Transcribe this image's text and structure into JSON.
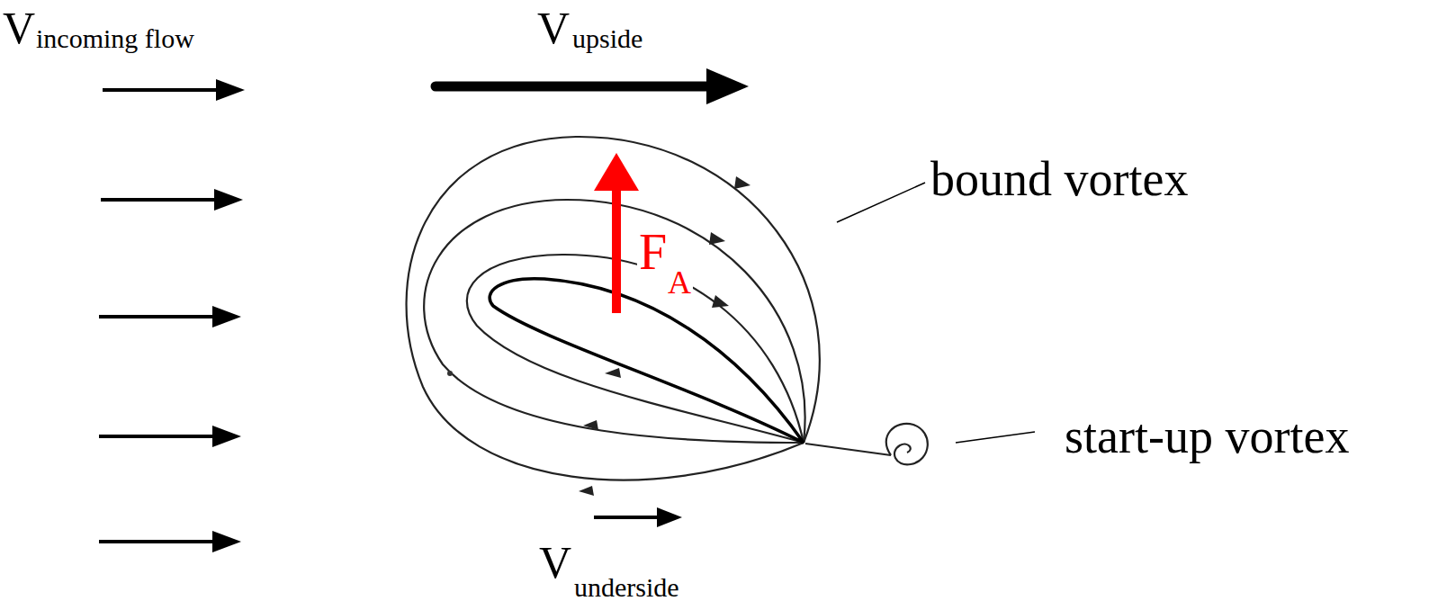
{
  "diagram": {
    "labels": [
      "V",
      "incoming flow",
      "V",
      "upside",
      "F",
      "A",
      "bound vortex",
      "start-up vortex",
      "V",
      "underside"
    ]
  }
}
